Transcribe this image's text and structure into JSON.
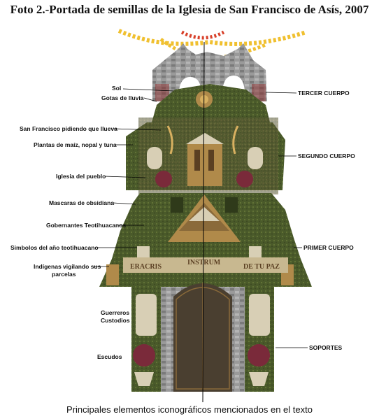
{
  "header": {
    "title": "Foto 2.-Portada de semillas de la Iglesia de San Francisco de Asís, 2007"
  },
  "footer": {
    "caption": "Principales elementos iconográficos mencionados en el texto"
  },
  "labels_left": {
    "sol": "Sol",
    "gotas": "Gotas de lluvia",
    "san_francisco": "San Francisco pidiendo que llueva",
    "plantas": "Plantas de maíz, nopal y tuna",
    "iglesia": "Iglesia del pueblo",
    "mascaras": "Mascaras de obsidiana",
    "gobernantes": "Gobernantes Teotihuacanos",
    "simbolos": "Simbolos del año  teotihuacano",
    "indigenas_1": "Indígenas vigilando sus",
    "indigenas_2": "parcelas",
    "guerreros_1": "Guerreros",
    "guerreros_2": "Custodios",
    "escudos": "Escudos"
  },
  "labels_right": {
    "tercer": "TERCER CUERPO",
    "segundo": "SEGUNDO CUERPO",
    "primer": "PRIMER CUERPO",
    "soportes": "SOPORTES"
  },
  "facade_text": {
    "banner_left": "ERACRIS",
    "banner_center": "INSTRUM",
    "banner_right": "DE TU PAZ"
  },
  "colors": {
    "seed_green": "#4a5a2a",
    "seed_dark": "#2f3a1a",
    "seed_ochre": "#b08a4a",
    "seed_cream": "#d8cfb5",
    "seed_red": "#7a2a3a",
    "stone": "#8c8c8c",
    "door": "#4a3f30",
    "flower_yellow": "#f0c030",
    "flower_red": "#d8402a"
  }
}
